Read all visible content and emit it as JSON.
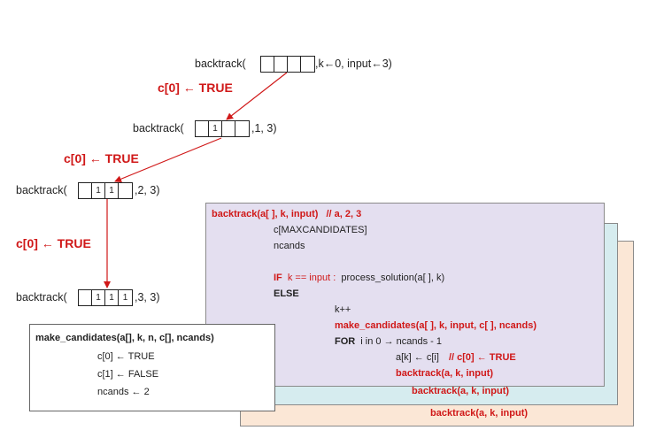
{
  "calls": [
    {
      "label": "backtrack(",
      "cells": [
        "",
        "",
        "",
        ""
      ],
      "args": ",k←0, input←3)"
    },
    {
      "label": "backtrack(",
      "cells": [
        "",
        "1",
        "",
        ""
      ],
      "args": ",1, 3)"
    },
    {
      "label": "backtrack(",
      "cells": [
        "",
        "1",
        "1",
        ""
      ],
      "args": ",2, 3)"
    },
    {
      "label": "backtrack(",
      "cells": [
        "",
        "1",
        "1",
        "1"
      ],
      "args": ",3, 3)"
    }
  ],
  "edges": [
    "c[0] ← TRUE",
    "c[0] ← TRUE",
    "c[0] ← TRUE"
  ],
  "code": {
    "header": "backtrack(a[ ], k, input)",
    "header_comment": "// a, 2, 3",
    "line_cands_array": "c[MAXCANDIDATES]",
    "line_ncands": "ncands",
    "if_kw": "IF",
    "if_cond": "k == input :",
    "if_action": "process_solution(a[ ], k)",
    "else_kw": "ELSE",
    "kpp": "k++",
    "make_cands_call": "make_candidates(a[ ], k, input, c[ ], ncands)",
    "for_kw": "FOR",
    "for_rest": "i in 0 → ncands - 1",
    "assign": "a[k] ← c[i]",
    "assign_comment": "// c[0] ← TRUE",
    "recursive_call": "backtrack(a, k, input)",
    "stack2_call": "backtrack(a, k, input)",
    "stack3_call": "backtrack(a, k, input)"
  },
  "make_candidates": {
    "title": "make_candidates(a[], k, n, c[], ncands)",
    "lines": [
      "c[0] ← TRUE",
      "c[1] ← FALSE",
      "ncands ← 2"
    ]
  },
  "colors": {
    "accent_red": "#d01818",
    "panel_purple": "#e4dff0",
    "panel_cyan": "#d6ecef",
    "panel_peach": "#fbe7d6"
  }
}
